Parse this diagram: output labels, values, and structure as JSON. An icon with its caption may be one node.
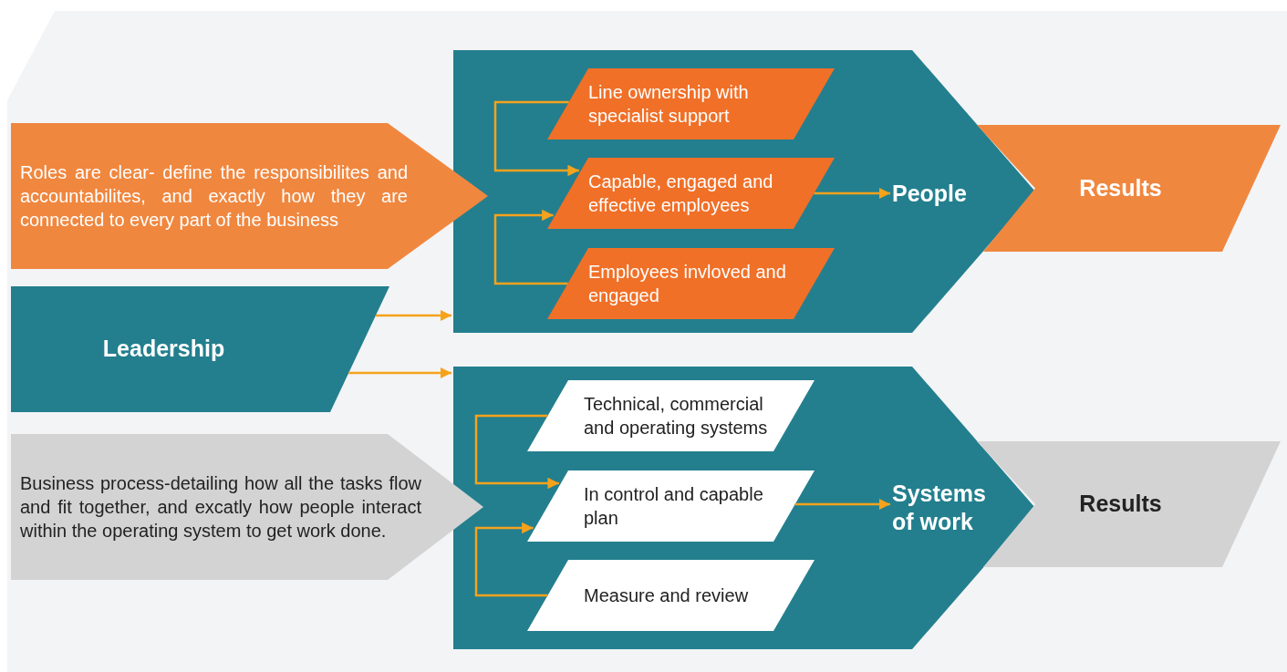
{
  "diagram": {
    "nodes": [
      {
        "text": [
          "Roles are clear- define the responsibilites and accountabilites, and exactly how they are connected to every part of the business"
        ]
      },
      {
        "text": [
          "Leadership"
        ]
      },
      {
        "text": [
          "Business process-detailing how all the tasks flow and fit together, and excatly how people interact within the operating system to get work done."
        ]
      },
      {
        "text": [],
        "shape": "chevron"
      },
      {
        "text": [
          "People"
        ],
        "in": 3
      },
      {
        "text": [
          "Line ownership with specialist support"
        ],
        "in": 3
      },
      {
        "text": [
          "Capable, engaged and effective employees"
        ],
        "in": 3
      },
      {
        "text": [
          "Employees invloved and engaged"
        ],
        "in": 3
      },
      {
        "text": [],
        "shape": "chevron"
      },
      {
        "text": [
          "Systems of work"
        ],
        "in": 8
      },
      {
        "text": [
          "Technical, commercial and operating systems"
        ],
        "in": 8
      },
      {
        "text": [
          "In control and capable plan"
        ],
        "in": 8
      },
      {
        "text": [
          "Measure and review"
        ],
        "in": 8
      },
      {
        "text": [
          "Results"
        ]
      },
      {
        "text": [
          "Results"
        ]
      }
    ],
    "edges": [
      {
        "from": 1,
        "to": 3,
        "arrow": "to"
      },
      {
        "from": 1,
        "to": 8,
        "arrow": "to"
      },
      {
        "from": 5,
        "to": 6,
        "arrow": "to"
      },
      {
        "from": 7,
        "to": 6,
        "arrow": "to"
      },
      {
        "from": 6,
        "to": 4,
        "arrow": "to"
      },
      {
        "from": 10,
        "to": 11,
        "arrow": "to"
      },
      {
        "from": 12,
        "to": 11,
        "arrow": "to"
      },
      {
        "from": 11,
        "to": 9,
        "arrow": "to"
      }
    ]
  }
}
